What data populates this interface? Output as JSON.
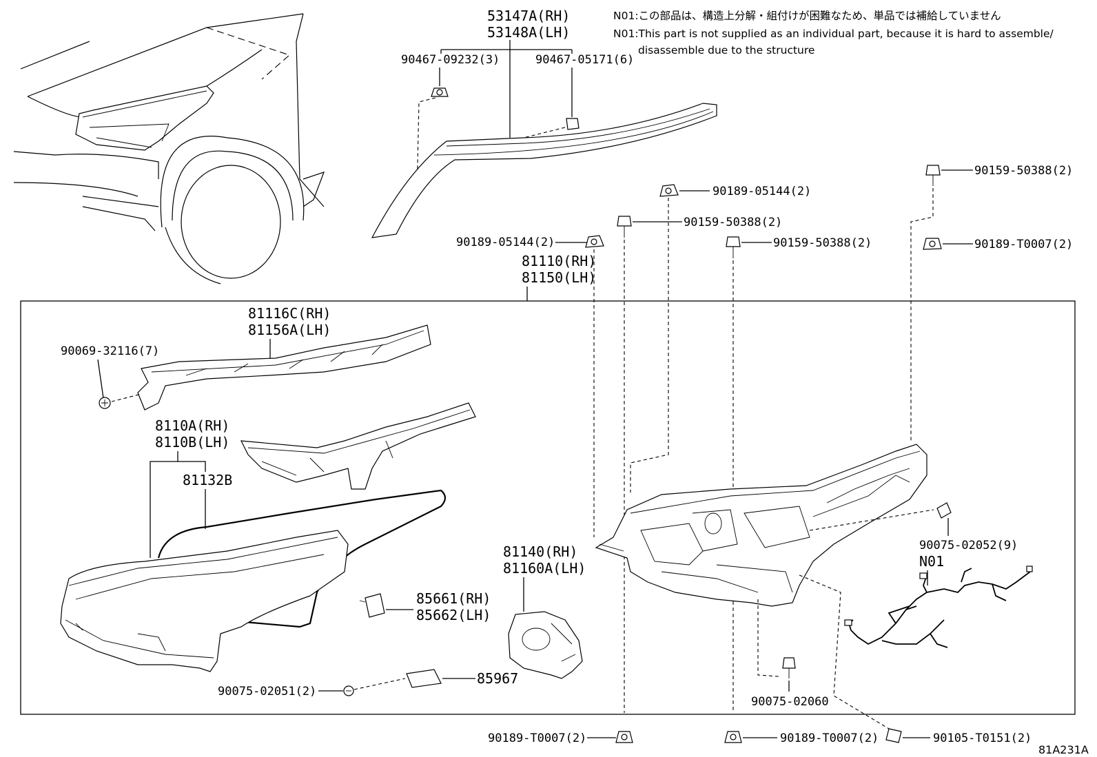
{
  "notes": {
    "jp": "N01:この部品は、構造上分解・組付けが困難なため、単品では補給していません",
    "en1": "N01:This part is not supplied as an individual part, because it is hard to assemble/",
    "en2": "disassemble due to the structure"
  },
  "diagram_code": "81A231A",
  "labels": {
    "p53147a": "53147A(RH)",
    "p53148a": "53148A(LH)",
    "p90467_09232": "90467-09232(3)",
    "p90467_05171": "90467-05171(6)",
    "p90189_05144_a": "90189-05144(2)",
    "p90159_50388_a": "90159-50388(2)",
    "p90159_50388_b": "90159-50388(2)",
    "p90159_50388_c": "90159-50388(2)",
    "p90189_05144_b": "90189-05144(2)",
    "p90189_t0007_a": "90189-T0007(2)",
    "p81110": "81110(RH)",
    "p81150": "81150(LH)",
    "p81116c": "81116C(RH)",
    "p81156a": "81156A(LH)",
    "p90069_32116": "90069-32116(7)",
    "p8110a": "8110A(RH)",
    "p8110b": "8110B(LH)",
    "p81132b": "81132B",
    "p81140": "81140(RH)",
    "p81160a": "81160A(LH)",
    "p85661": "85661(RH)",
    "p85662": "85662(LH)",
    "p90075_02051": "90075-02051(2)",
    "p85967": "85967",
    "p90075_02052": "90075-02052(9)",
    "n01": "N01",
    "p90075_02060": "90075-02060",
    "p90189_t0007_b": "90189-T0007(2)",
    "p90189_t0007_c": "90189-T0007(2)",
    "p90105_t0151": "90105-T0151(2)"
  }
}
